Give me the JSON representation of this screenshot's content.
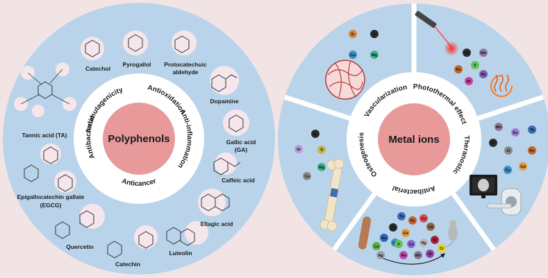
{
  "colors": {
    "background": "#f2e4e4",
    "disk": "#b9d4ea",
    "ring": "#ffffff",
    "center": "#e89a9a",
    "molecule_blob": "#f5e6ec"
  },
  "left_panel": {
    "center_label": "Polyphenols",
    "properties": [
      "Antimutagenicity",
      "Antioxidation",
      "Anti-inflammation",
      "Anticancer",
      "Antibacterial"
    ],
    "compounds": {
      "catechol": "Catechol",
      "pyrogallol": "Pyrogallol",
      "protocatechuic_line1": "Protocatechuic",
      "protocatechuic_line2": "aldehyde",
      "dopamine": "Dopamine",
      "gallic_line1": "Gallic acid",
      "gallic_line2": "(GA)",
      "caffeic": "Caffeic acid",
      "ellagic": "Ellagic acid",
      "luteolin": "Luteolin",
      "catechin": "Catechin",
      "quercetin": "Quercetin",
      "egcg_line1": "Epigallocatechin gallate",
      "egcg_line2": "(EGCG)",
      "tannic": "Tannic acid (TA)"
    }
  },
  "right_panel": {
    "center_label": "Metal ions",
    "sectors": [
      "Vascularization",
      "Photothermal effect",
      "Theranostic",
      "Antibacterial",
      "Osteogenesis"
    ],
    "ions": {
      "vascularization": [
        "Sr",
        "Zn",
        "Cu",
        "Mg"
      ],
      "photothermal": [
        "Zn",
        "Mn",
        "Fe",
        "V",
        "Ru",
        "Bi"
      ],
      "theranostic": [
        "Mn",
        "Eu",
        "Tb",
        "Zn",
        "Zr",
        "Fe",
        "Cu",
        "Gd"
      ],
      "antibacterial": [
        "Tb",
        "Fe",
        "Co",
        "Zn",
        "Gd",
        "Cd",
        "Ni",
        "Au",
        "Cu",
        "Hg",
        "La",
        "V",
        "Ca",
        "Ag",
        "Re",
        "Mn",
        "W",
        "Cr"
      ],
      "osteogenesis": [
        "Zn",
        "Sr",
        "Ti",
        "Mg",
        "Ca"
      ]
    }
  }
}
